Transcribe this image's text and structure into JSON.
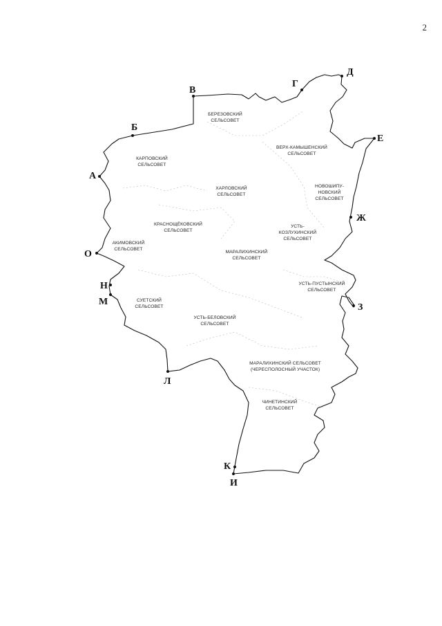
{
  "page": {
    "number": "2"
  },
  "regions": [
    {
      "lines": [
        "БЕРЕЗОВСКИЙ",
        "СЕЛЬСОВЕТ"
      ]
    },
    {
      "lines": [
        "ВЕРХ-КАМЫШЕНСКИЙ",
        "СЕЛЬСОВЕТ"
      ]
    },
    {
      "lines": [
        "КАРПОВСКИЙ",
        "СЕЛЬСОВЕТ"
      ]
    },
    {
      "lines": [
        "ХАРЛОВСКИЙ",
        "СЕЛЬСОВЕТ"
      ]
    },
    {
      "lines": [
        "НОВОШИПУ-",
        "НОВСКИЙ",
        "СЕЛЬСОВЕТ"
      ]
    },
    {
      "lines": [
        "КРАСНОЩЁКОВСКИЙ",
        "СЕЛЬСОВЕТ"
      ]
    },
    {
      "lines": [
        "УСТЬ-",
        "КОЗЛУХИНСКИЙ",
        "СЕЛЬСОВЕТ"
      ]
    },
    {
      "lines": [
        "АКИМОВСКИЙ",
        "СЕЛЬСОВЕТ"
      ]
    },
    {
      "lines": [
        "МАРАЛИХИНСКИЙ",
        "СЕЛЬСОВЕТ"
      ]
    },
    {
      "lines": [
        "УСТЬ-ПУСТЫНСКИЙ",
        "СЕЛЬСОВЕТ"
      ]
    },
    {
      "lines": [
        "СУЕТСКИЙ",
        "СЕЛЬСОВЕТ"
      ]
    },
    {
      "lines": [
        "УСТЬ-БЕЛОВСКИЙ",
        "СЕЛЬСОВЕТ"
      ]
    },
    {
      "lines": [
        "МАРАЛИХИНСКИЙ СЕЛЬСОВЕТ",
        "(ЧЕРЕСПОЛОСНЫЙ УЧАСТОК)"
      ]
    },
    {
      "lines": [
        "ЧИНЕТИНСКИЙ",
        "СЕЛЬСОВЕТ"
      ]
    }
  ],
  "points": [
    "А",
    "Б",
    "В",
    "Г",
    "Д",
    "Е",
    "Ж",
    "З",
    "И",
    "К",
    "Л",
    "М",
    "Н",
    "О"
  ]
}
